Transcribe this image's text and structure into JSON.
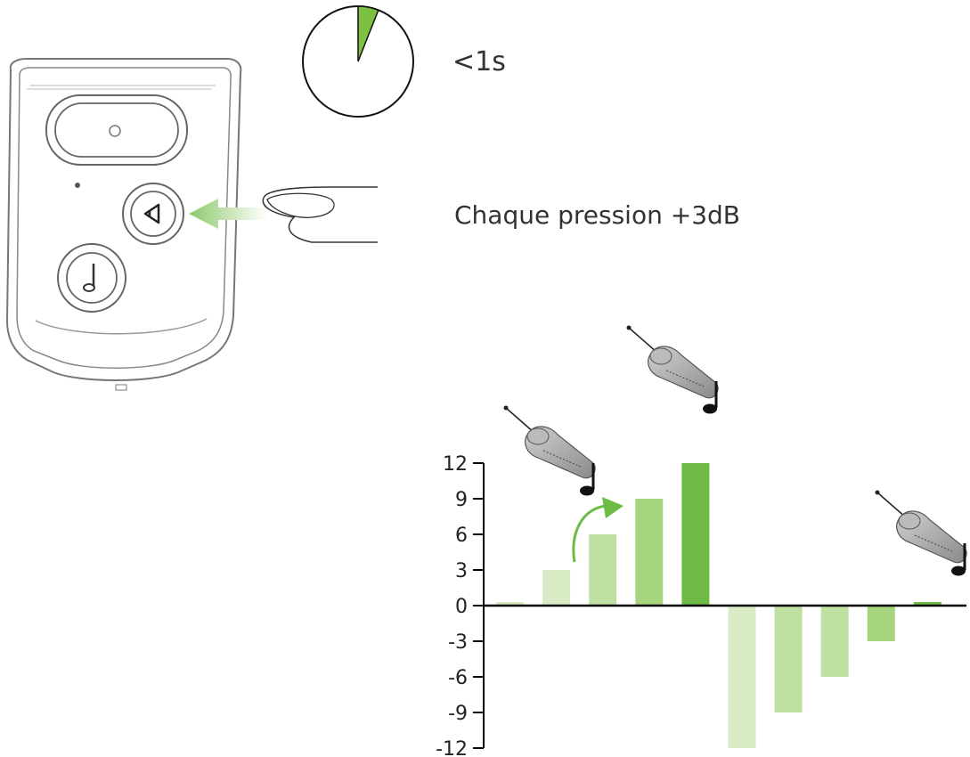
{
  "timer": {
    "label": "<1s",
    "fraction": 0.06,
    "fill_color": "#7cc142"
  },
  "instruction": {
    "label": "Chaque pression +3dB"
  },
  "remote": {
    "top_button_icon": "circle-icon",
    "middle_button_icon": "speaker-icon",
    "bottom_button_icon": "music-note-icon"
  },
  "device_icons": {
    "icon": "earpiece-icon",
    "note_icon": "music-note-icon"
  },
  "colors": {
    "arrow": "#8cc96a",
    "axis": "#000000"
  },
  "chart_data": {
    "type": "bar",
    "y_ticks": [
      "12",
      "9",
      "6",
      "3",
      "0",
      "-3",
      "-6",
      "-9",
      "-12"
    ],
    "ylim": [
      -12,
      12
    ],
    "values": [
      0.3,
      3,
      6,
      9,
      12,
      -12,
      -9,
      -6,
      -3,
      0.3
    ],
    "colors": [
      "#d8ebc5",
      "#d8ebc5",
      "#c0e0a1",
      "#a6d47d",
      "#6dbb45",
      "#d8ebc5",
      "#c0e0a1",
      "#c0e0a1",
      "#a6d47d",
      "#6dbb45"
    ]
  }
}
